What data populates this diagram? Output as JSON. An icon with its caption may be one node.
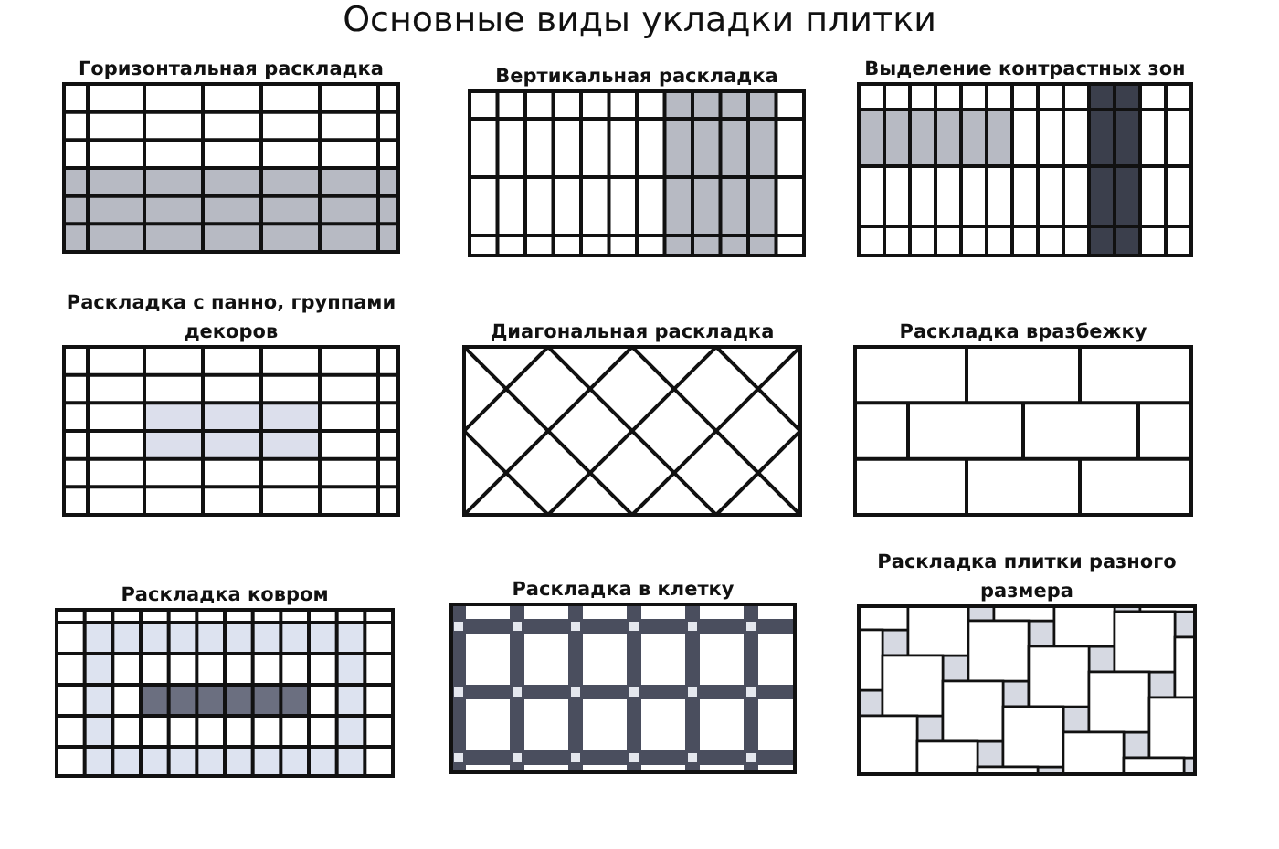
{
  "diagram": {
    "title": "Основные виды укладки плитки",
    "nodes": [
      {
        "text": [
          "Горизонтальная раскладка"
        ]
      },
      {
        "text": [
          "Вертикальная раскладка"
        ]
      },
      {
        "text": [
          "Выделение контрастных зон"
        ]
      },
      {
        "text": [
          "Раскладка с панно, группами декоров"
        ]
      },
      {
        "text": [
          "Диагональная раскладка"
        ]
      },
      {
        "text": [
          "Раскладка вразбежку"
        ]
      },
      {
        "text": [
          "Раскладка ковром"
        ]
      },
      {
        "text": [
          "Раскладка в клетку"
        ]
      },
      {
        "text": [
          "Раскладка плитки разного размера"
        ]
      }
    ]
  }
}
